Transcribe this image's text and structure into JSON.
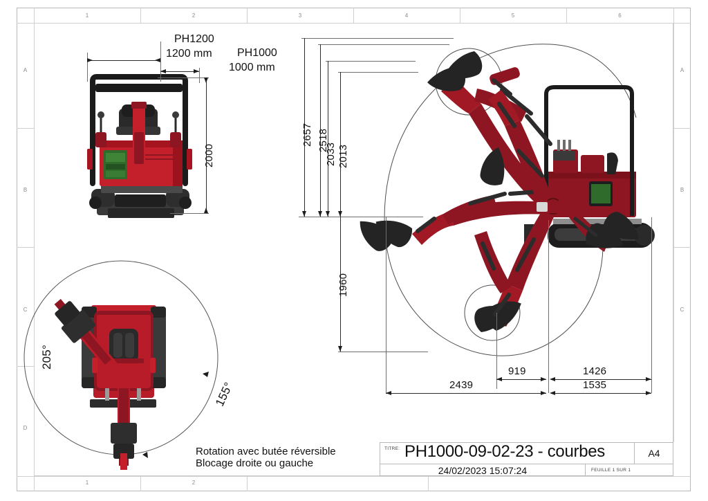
{
  "sheet": {
    "format": "A4",
    "zone_cols_top": [
      "1",
      "2",
      "3",
      "4",
      "5",
      "6"
    ],
    "zone_cols_bottom": [
      "1",
      "2"
    ],
    "zone_rows_left": [
      "A",
      "B",
      "C",
      "D"
    ],
    "zone_rows_right": [
      "A",
      "B",
      "C"
    ]
  },
  "title_block": {
    "titre_label": "TITRE:",
    "title": "PH1000-09-02-23 - courbes",
    "format": "A4",
    "date": "24/02/2023 15:07:24",
    "sheet_label": "FEUILLE 1 SUR 1"
  },
  "front_view": {
    "model_a_name": "PH1200",
    "model_a_width": "1200 mm",
    "model_b_name": "PH1000",
    "model_b_width": "1000 mm",
    "height_dim": "2000"
  },
  "top_view": {
    "angle_left": "205°",
    "angle_right": "155°",
    "note_line_1": "Rotation avec butée réversible",
    "note_line_2": "Blocage droite ou gauche"
  },
  "side_view": {
    "vertical_dims": [
      "2657",
      "2518",
      "2033",
      "2013"
    ],
    "depth_dim": "1960",
    "horizontal_dims": [
      "919",
      "1426",
      "2439",
      "1535"
    ]
  },
  "colors": {
    "machine_red": "#8e1622",
    "machine_red_light": "#c4202c",
    "machine_dark": "#262626",
    "engine_green": "#2f6b2a",
    "line": "#5c5c5c"
  }
}
